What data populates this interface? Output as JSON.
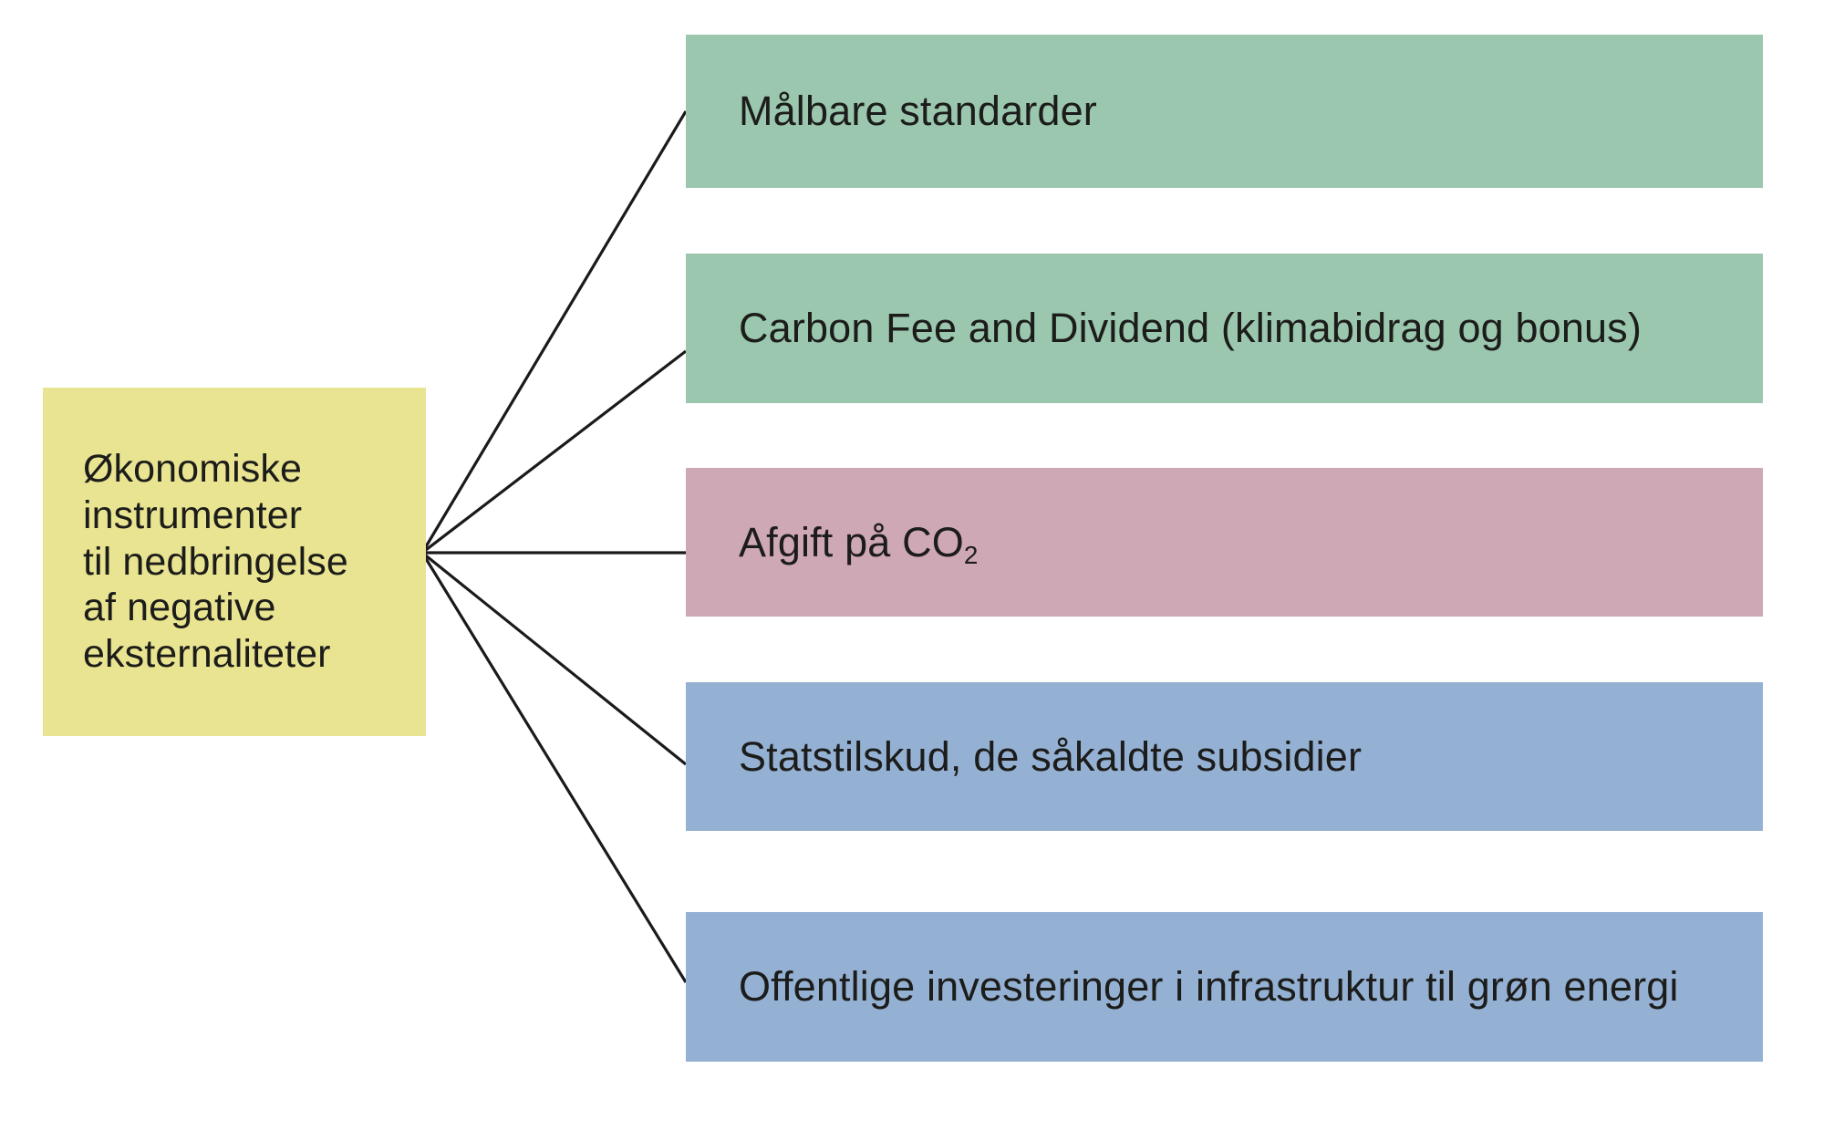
{
  "diagram": {
    "type": "fan-out-tree",
    "background_color": "#ffffff",
    "connector_color": "#1a1a1a",
    "root": {
      "id": "root",
      "label": "Økonomiske instrumenter til nedbringelse af negative eksternaliteter",
      "lines": [
        "Økonomiske",
        "instrumenter",
        "til nedbringelse",
        "af negative",
        "eksternaliteter"
      ],
      "fill_color": "#e9e491",
      "text_color": "#1c1c1a"
    },
    "branches": [
      {
        "id": "branch-0",
        "label": "Målbare standarder",
        "fill_color": "#9ac7ae",
        "color_group": "green",
        "text_color": "#1c1c1a",
        "has_subscript": false
      },
      {
        "id": "branch-1",
        "label": "Carbon Fee and Dividend (klimabidrag og bonus)",
        "fill_color": "#9ac7ae",
        "color_group": "green",
        "text_color": "#1c1c1a",
        "has_subscript": false
      },
      {
        "id": "branch-2",
        "label": "Afgift på CO2",
        "label_main": "Afgift på CO",
        "label_subscript": "2",
        "fill_color": "#cfa8b6",
        "color_group": "pink",
        "text_color": "#1c1c1a",
        "has_subscript": true
      },
      {
        "id": "branch-3",
        "label": "Statstilskud, de såkaldte subsidier",
        "fill_color": "#94b1d4",
        "color_group": "blue",
        "text_color": "#1c1c1a",
        "has_subscript": false
      },
      {
        "id": "branch-4",
        "label": "Offentlige investeringer i infrastruktur til grøn energi",
        "fill_color": "#94b1d4",
        "color_group": "blue",
        "text_color": "#1c1c1a",
        "has_subscript": false
      }
    ]
  }
}
